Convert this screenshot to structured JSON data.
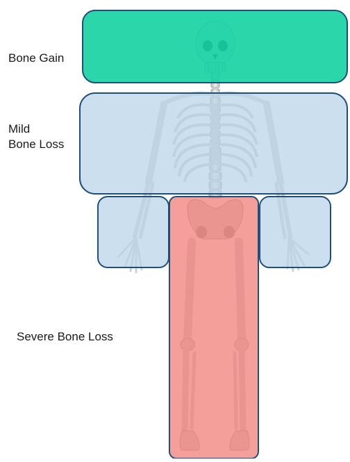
{
  "figure": {
    "regions": [
      {
        "id": "bone-gain",
        "label": "Bone Gain",
        "color": "#14d2a2",
        "body_parts": "head and neck"
      },
      {
        "id": "mild-bone-loss",
        "label_line1": "Mild",
        "label_line2": "Bone Loss",
        "color": "#b9d3e8",
        "body_parts": "torso, arms and hands"
      },
      {
        "id": "severe-bone-loss",
        "label": "Severe Bone Loss",
        "color": "#f27f7a",
        "body_parts": "pelvis and legs"
      }
    ],
    "border_color": "#1f4e79",
    "bone_color": "#d9dcdc"
  }
}
